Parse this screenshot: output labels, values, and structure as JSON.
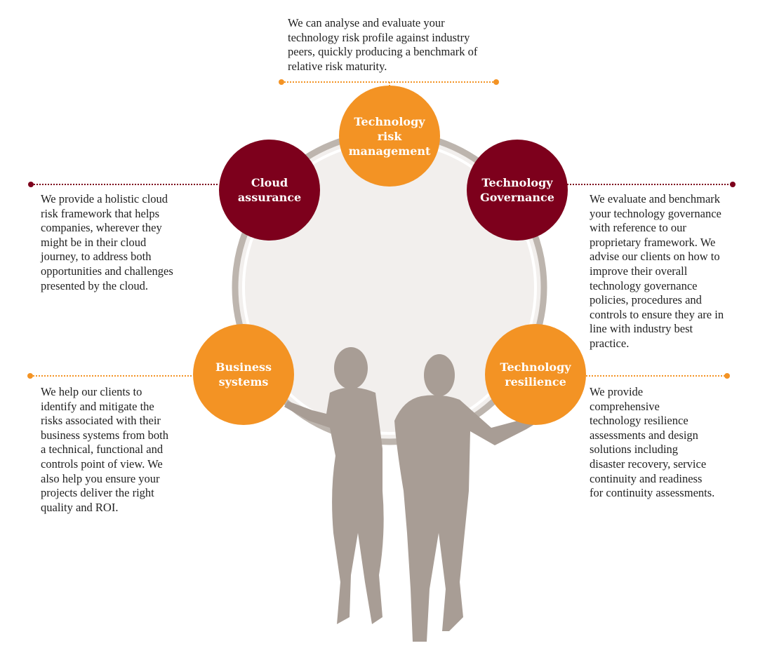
{
  "colors": {
    "orange": "#f39324",
    "dark_red": "#7d001c",
    "ring": "#bdb5ae",
    "circle_fill": "#f2efed",
    "silhouette": "#a89d95"
  },
  "nodes": {
    "risk": {
      "label": "Technology\nrisk\nmanagement",
      "text": "We can analyse and evaluate your\ntechnology risk profile against industry\npeers, quickly producing a benchmark of\nrelative risk maturity."
    },
    "cloud": {
      "label": "Cloud\nassurance",
      "text": "We provide a holistic cloud\nrisk framework that helps\ncompanies, wherever they\nmight be in their cloud\njourney, to address both\nopportunities and challenges\npresented by the cloud."
    },
    "governance": {
      "label": "Technology\nGovernance",
      "text": "We evaluate and benchmark\nyour technology governance\nwith reference to our\nproprietary framework. We\nadvise our clients on how to\nimprove their overall\ntechnology governance\npolicies, procedures and\ncontrols to ensure they are in\nline with industry best\npractice."
    },
    "business": {
      "label": "Business\nsystems",
      "text": "We help our clients to\nidentify and mitigate the\nrisks associated with their\nbusiness systems from both\na technical, functional and\ncontrols point of view. We\nalso help you ensure your\nprojects deliver the right\nquality and ROI."
    },
    "resilience": {
      "label": "Technology\nresilience",
      "text": "We provide\ncomprehensive\ntechnology resilience\nassessments and design\nsolutions including\ndisaster recovery, service\ncontinuity and readiness\nfor continuity assessments."
    }
  }
}
